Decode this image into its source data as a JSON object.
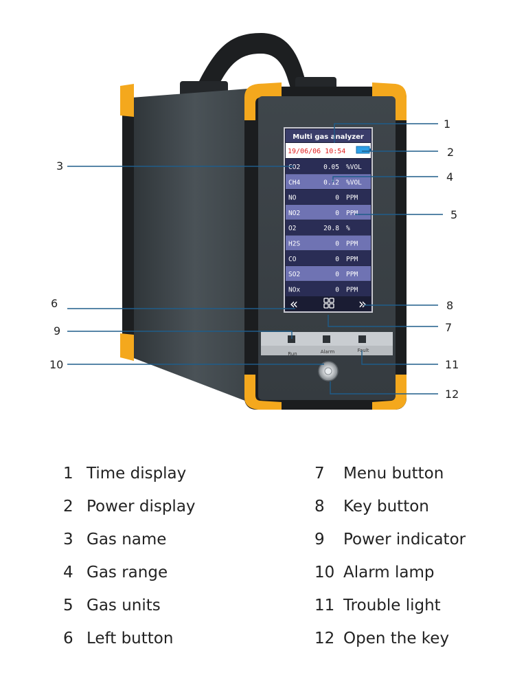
{
  "screen": {
    "title": "Multi gas analyzer",
    "datetime": "19/06/06 10:54",
    "rows": [
      {
        "gas": "CO2",
        "value": "0.05",
        "unit": "%VOL"
      },
      {
        "gas": "CH4",
        "value": "0.12",
        "unit": "%VOL"
      },
      {
        "gas": "NO",
        "value": "0",
        "unit": "PPM"
      },
      {
        "gas": "NO2",
        "value": "0",
        "unit": "PPM"
      },
      {
        "gas": "O2",
        "value": "20.8",
        "unit": "%"
      },
      {
        "gas": "H2S",
        "value": "0",
        "unit": "PPM"
      },
      {
        "gas": "CO",
        "value": "0",
        "unit": "PPM"
      },
      {
        "gas": "SO2",
        "value": "0",
        "unit": "PPM"
      },
      {
        "gas": "NOx",
        "value": "0",
        "unit": "PPM"
      }
    ],
    "nav_left": "«",
    "nav_right": "»"
  },
  "panel": {
    "run": "Run",
    "alarm": "Alarm",
    "fault": "Fault"
  },
  "callouts": [
    "1",
    "2",
    "3",
    "4",
    "5",
    "6",
    "7",
    "8",
    "9",
    "10",
    "11",
    "12"
  ],
  "legend": {
    "left": [
      {
        "num": "1",
        "label": "Time display"
      },
      {
        "num": "2",
        "label": "Power display"
      },
      {
        "num": "3",
        "label": "Gas name"
      },
      {
        "num": "4",
        "label": "Gas range"
      },
      {
        "num": "5",
        "label": "Gas units"
      },
      {
        "num": "6",
        "label": "Left button"
      }
    ],
    "right": [
      {
        "num": "7",
        "label": "Menu button"
      },
      {
        "num": "8",
        "label": "Key button"
      },
      {
        "num": "9",
        "label": "Power indicator"
      },
      {
        "num": "10",
        "label": "Alarm lamp"
      },
      {
        "num": "11",
        "label": "Trouble light"
      },
      {
        "num": "12",
        "label": "Open the key"
      }
    ]
  },
  "colors": {
    "leader": "#1f5d8a",
    "bumper": "#f4a81d",
    "body": "#3d4449",
    "screen_dark": "#2a2d55",
    "screen_light": "#6f73b3",
    "time_red": "#e01b1b"
  }
}
